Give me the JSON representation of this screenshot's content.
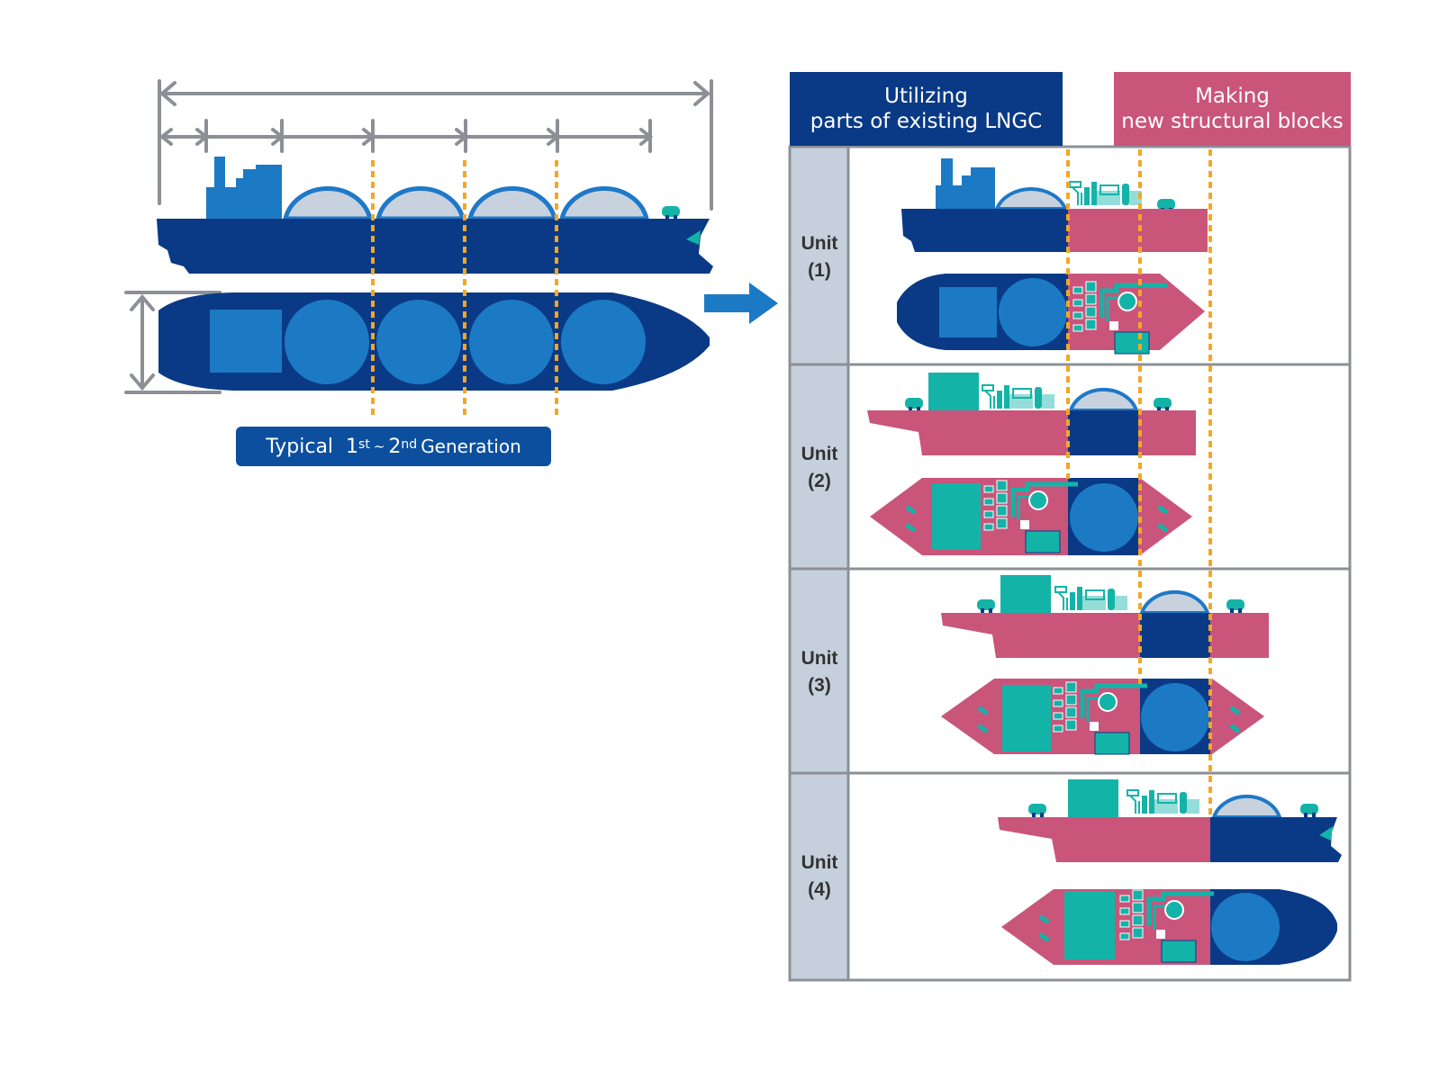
{
  "header_left": {
    "line1": "Utilizing",
    "line2": "parts of existing LNGC"
  },
  "header_right": {
    "line1": "Making",
    "line2": "new structural blocks"
  },
  "generation_label": {
    "prefix": "Typical",
    "from_num": "1",
    "from_sup": "st",
    "separator": "~",
    "to_num": "2",
    "to_sup": "nd",
    "suffix": "Generation"
  },
  "units": [
    {
      "name": "Unit",
      "number": "(1)"
    },
    {
      "name": "Unit",
      "number": "(2)"
    },
    {
      "name": "Unit",
      "number": "(3)"
    },
    {
      "name": "Unit",
      "number": "(4)"
    }
  ],
  "colors": {
    "existing_hull": "#0a3a86",
    "new_block": "#c9557b",
    "tank_dome": "#c8d2de",
    "tank_outline": "#1f78c8",
    "tank_circle": "#1c7ac4",
    "superstructure": "#1c7ac4",
    "equipment": "#14b3a8",
    "cut_line": "#f5a623",
    "table_border": "#8c9096",
    "label_column": "#c6d0dc"
  },
  "icons": [
    "dimension-arrow-icon",
    "right-arrow-icon",
    "lng-tank-icon",
    "process-equipment-icon"
  ]
}
